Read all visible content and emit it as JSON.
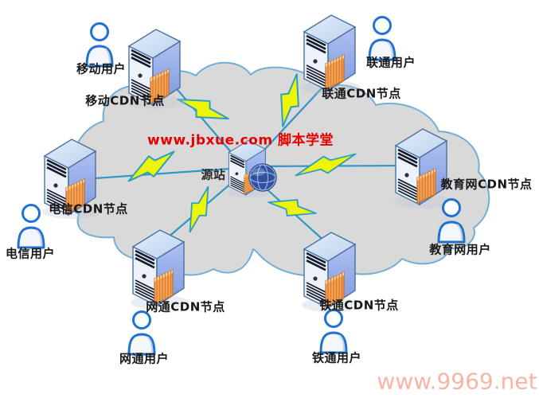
{
  "diagram": {
    "origin_label": "源站",
    "nodes": [
      {
        "id": "mobile",
        "cdn_label": "移动CDN节点",
        "user_label": "移动用户"
      },
      {
        "id": "unicom",
        "cdn_label": "联通CDN节点",
        "user_label": "联通用户"
      },
      {
        "id": "telecom",
        "cdn_label": "电信CDN节点",
        "user_label": "电信用户"
      },
      {
        "id": "education",
        "cdn_label": "教育网CDN节点",
        "user_label": "教育网用户"
      },
      {
        "id": "netcom",
        "cdn_label": "网通CDN节点",
        "user_label": "网通用户"
      },
      {
        "id": "tietong",
        "cdn_label": "铁通CDN节点",
        "user_label": "铁通用户"
      }
    ]
  },
  "watermarks": {
    "site_red": "www.jbxue.com 脚本学堂",
    "site_pink": "www.9969.net"
  },
  "colors": {
    "cloud_fill": "#d9d9d9",
    "cloud_stroke": "#74aed6",
    "connection_line": "#2f96c6",
    "bolt_fill": "#eef402",
    "bolt_stroke": "#2ba0c0",
    "server_side_blue": "#8fa7e4",
    "server_front": "#edf2fa",
    "server_top": "#d4e2f6",
    "card_orange": "#f6a257",
    "user_outline": "#1f72cf",
    "globe_blue": "#33509e",
    "label_text": "#181818",
    "watermark_red": "#e60000",
    "watermark_pink": "#f8b5a5"
  }
}
